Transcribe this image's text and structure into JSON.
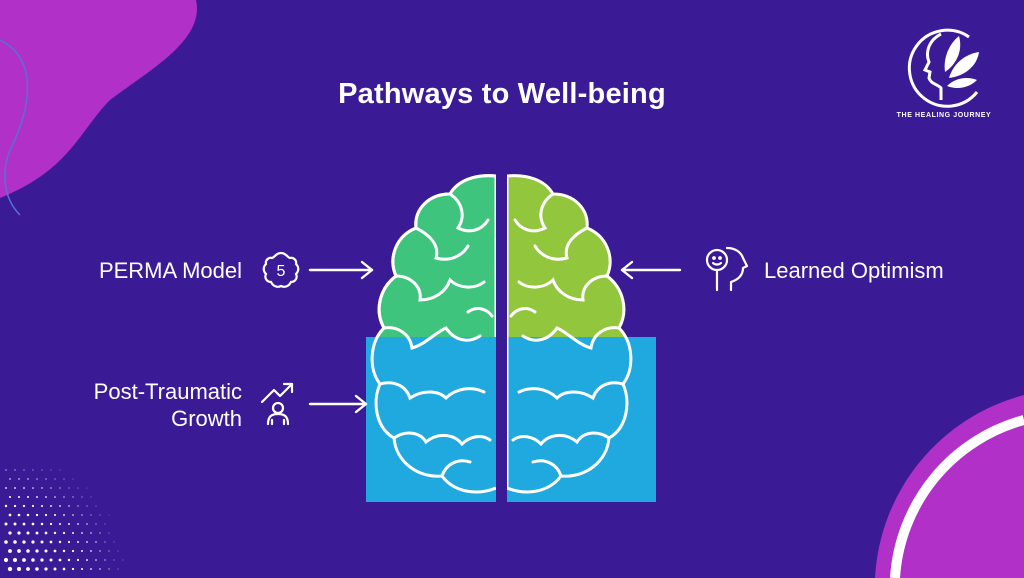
{
  "title": "Pathways to Well-being",
  "brand": {
    "name": "THE HEALING JOURNEY",
    "logo_icon": "face-leaves-logo"
  },
  "pathways": [
    {
      "label": "PERMA Model",
      "icon": "flower-five-icon",
      "icon_text": "5",
      "side": "left"
    },
    {
      "label": "Post-Traumatic Growth",
      "lines": [
        "Post-Traumatic",
        "Growth"
      ],
      "icon": "person-growth-arrow-icon",
      "side": "left"
    },
    {
      "label": "Learned Optimism",
      "icon": "smiling-head-icon",
      "side": "right"
    }
  ],
  "colors": {
    "background": "#3a1b95",
    "accent_magenta": "#b030c8",
    "brain_left_top": "#3ec47d",
    "brain_right_top": "#92c63c",
    "brain_bottom": "#1fa9de",
    "line": "#ffffff"
  }
}
